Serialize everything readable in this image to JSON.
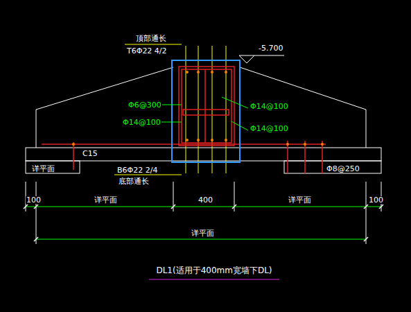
{
  "diagram": {
    "caption": "DL1(适用于400mm宽墙下DL)",
    "labels": [
      "顶部通长",
      "T6Φ22 4/2",
      "-5.700",
      "Φ6@300",
      "Φ14@100",
      "Φ14@100",
      "Φ14@100",
      "C15",
      "详平面",
      "B6Φ22 2/4",
      "底部通长",
      "Φ8@250",
      "100",
      "详平面",
      "400",
      "详平面",
      "100",
      "详平面"
    ]
  }
}
